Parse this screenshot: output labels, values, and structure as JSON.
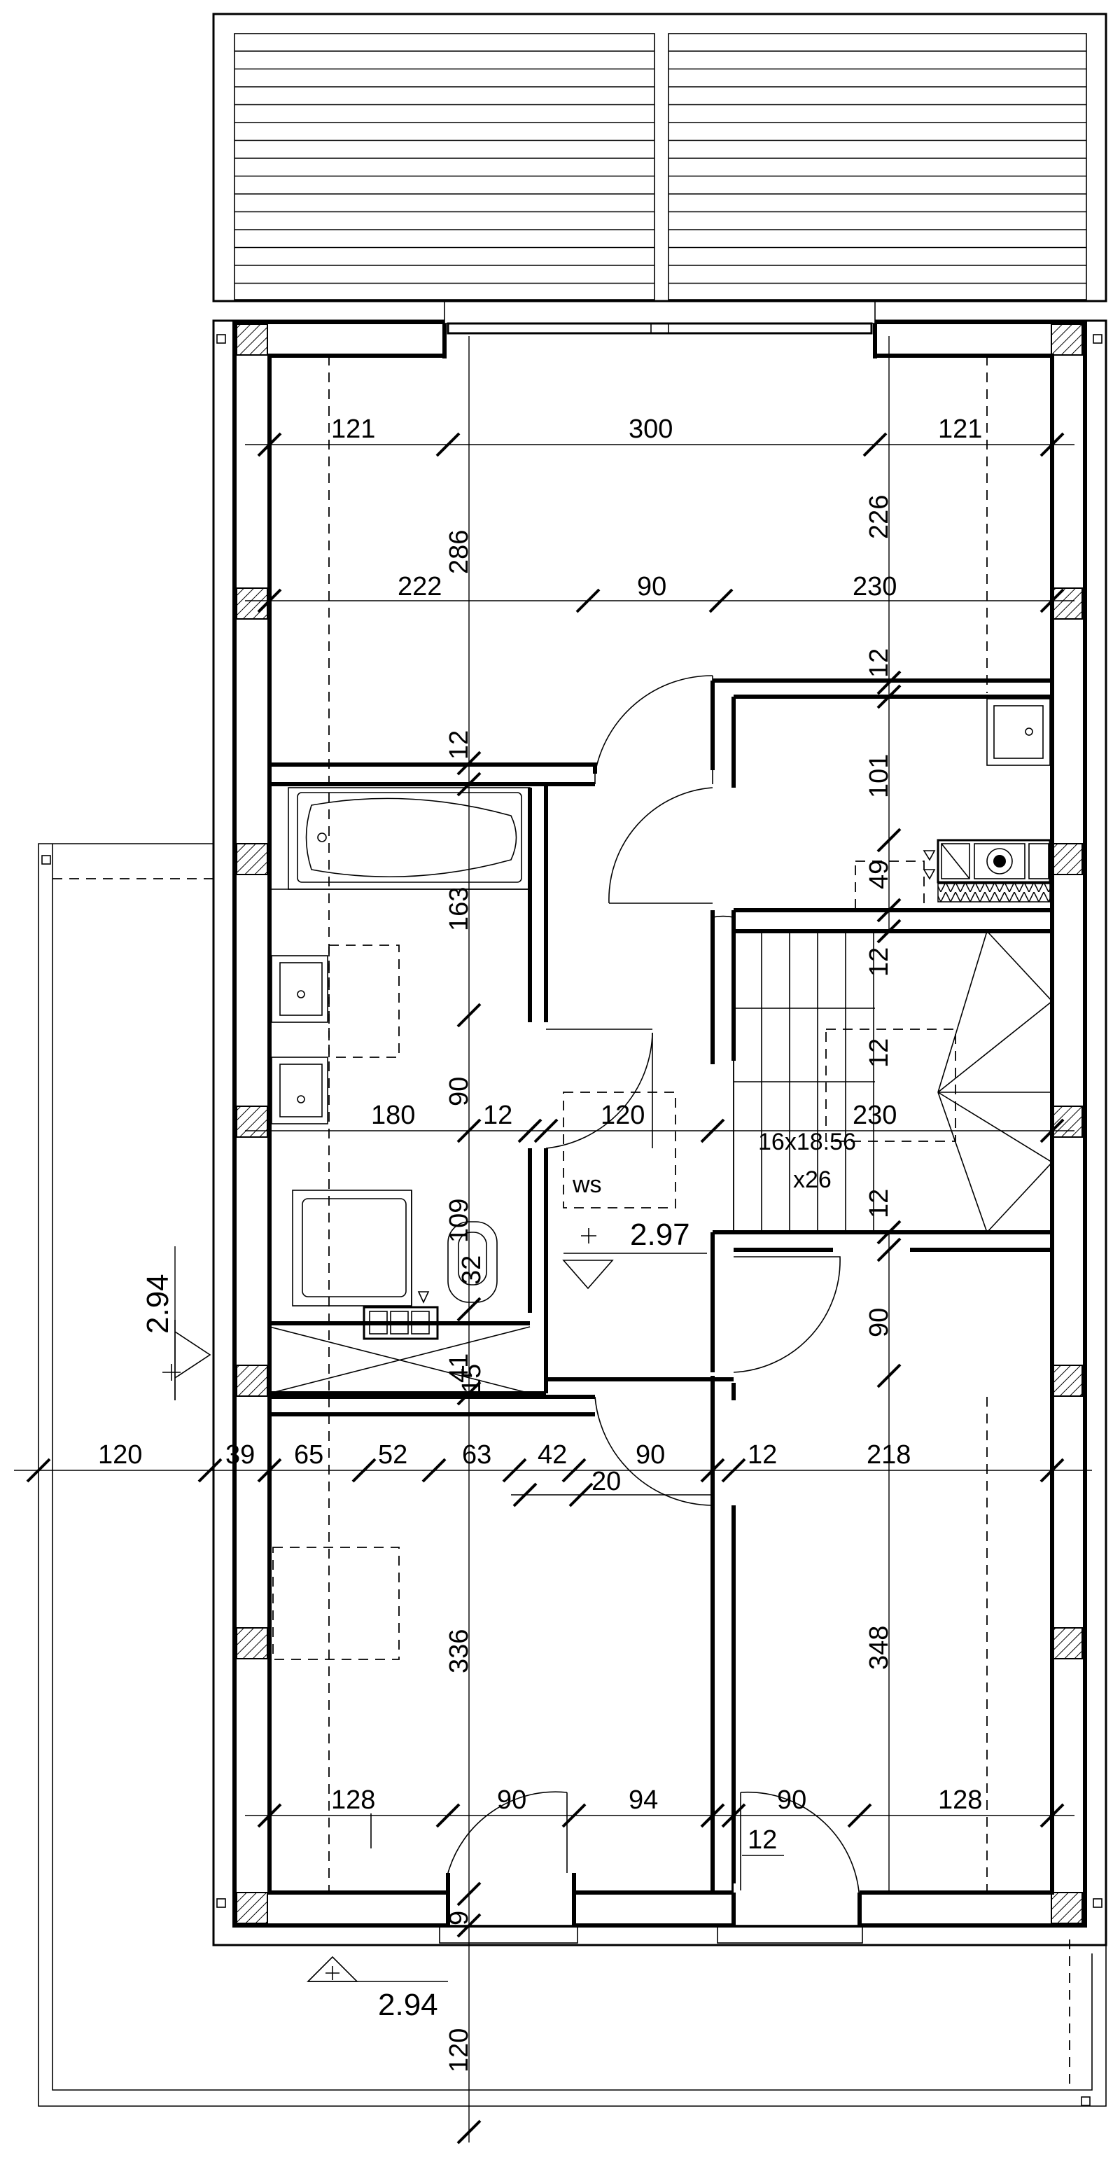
{
  "dimensions": {
    "d_121_left": "121",
    "d_300": "300",
    "d_121_right": "121",
    "d_286": "286",
    "d_226": "226",
    "d_222": "222",
    "d_90_top": "90",
    "d_230_top": "230",
    "d_12_a": "12",
    "d_12_b": "12",
    "d_101": "101",
    "d_49": "49",
    "d_163": "163",
    "d_12_c": "12",
    "d_90_bath": "90",
    "d_180": "180",
    "d_12_d": "12",
    "d_120_hall": "120",
    "d_12_stair_a": "12",
    "d_230_stair": "230",
    "d_12_stair_b": "12",
    "d_109": "109",
    "d_32": "32",
    "d_41": "41",
    "d_15": "15",
    "d_90_right": "90",
    "d_120_left": "120",
    "d_39": "39",
    "d_65": "65",
    "d_52": "52",
    "d_63": "63",
    "d_42": "42",
    "d_20": "20",
    "d_90_mid": "90",
    "d_12_mid": "12",
    "d_218": "218",
    "d_336": "336",
    "d_348": "348",
    "d_128_left": "128",
    "d_90_bl": "90",
    "d_94": "94",
    "d_90_br": "90",
    "d_128_right": "128",
    "d_12_br": "12",
    "d_9": "9",
    "d_120_bottom": "120"
  },
  "levels": {
    "left": "2.94",
    "hall": "2.97",
    "bottom": "2.94"
  },
  "labels": {
    "ws": "ws",
    "stair_spec": "16x18.56",
    "stair_count": "x26"
  }
}
